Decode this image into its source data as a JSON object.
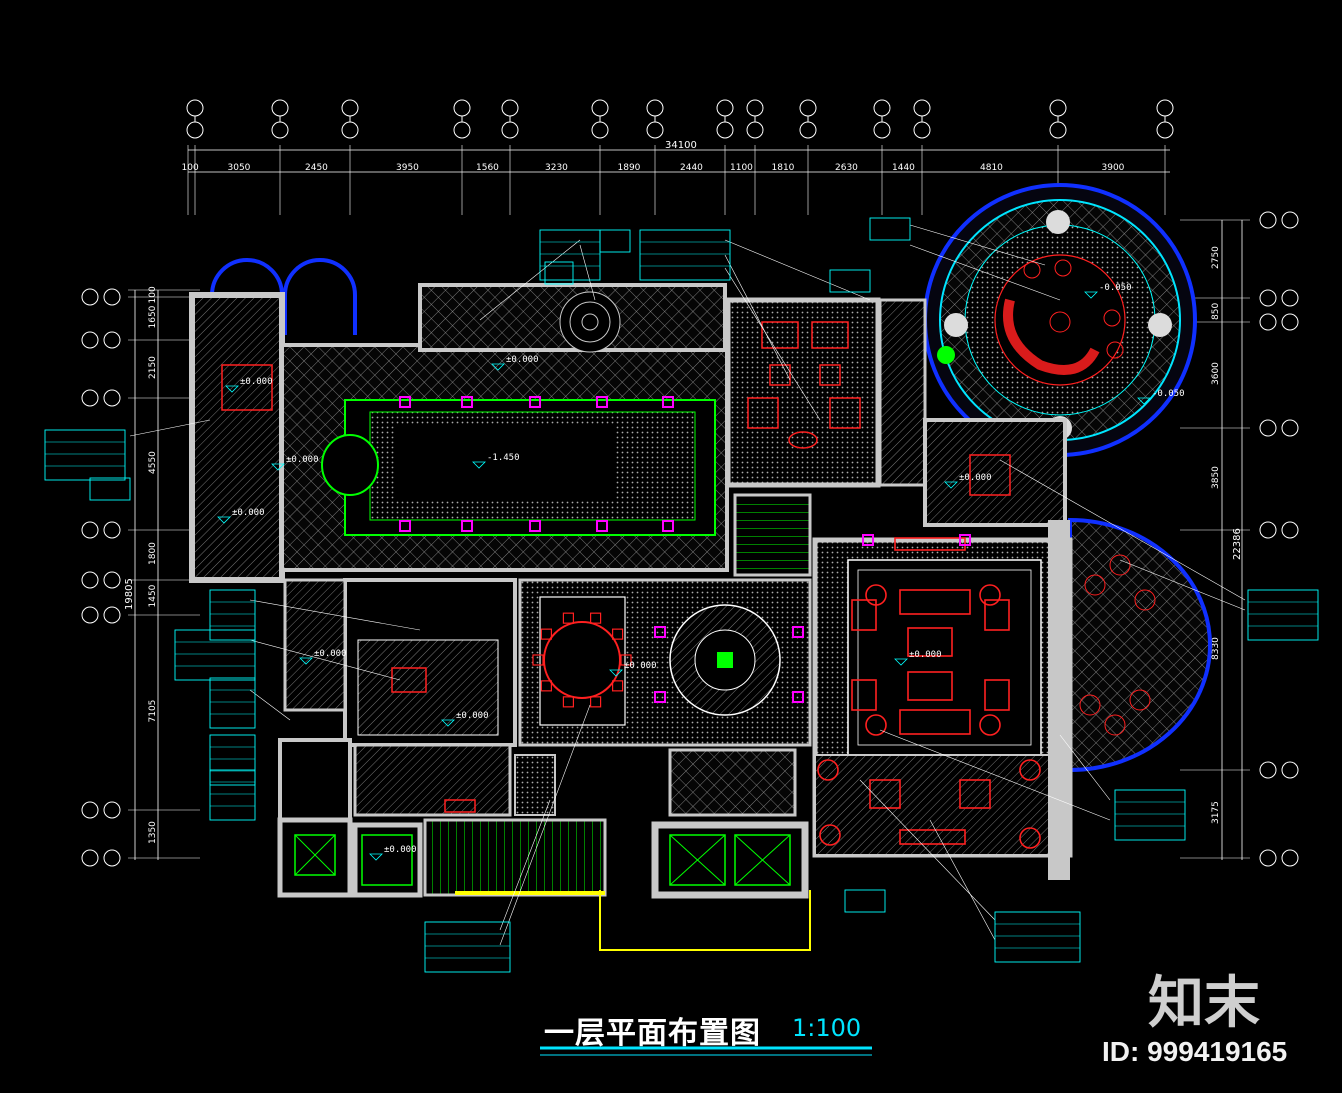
{
  "drawing": {
    "title": "一层平面布置图",
    "scale": "1:100"
  },
  "watermark": {
    "logo": "知末",
    "id": "ID: 999419165"
  },
  "dimensions": {
    "top_total": "34100",
    "top_segments": [
      "100",
      "3050",
      "2450",
      "3950",
      "1560",
      "3230",
      "1890",
      "2440",
      "1100",
      "1810",
      "2630",
      "1440",
      "4810",
      "3900"
    ],
    "left_total": "19805",
    "left_segments": [
      "100",
      "1650",
      "2150",
      "4550",
      "1800",
      "1450",
      "7105",
      "1350"
    ],
    "right_total": "22386",
    "right_segments": [
      "2750",
      "850",
      "3600",
      "3850",
      "8330",
      "3175"
    ]
  },
  "levels": [
    "±0.000",
    "-1.450",
    "±0.000",
    "±0.000",
    "-0.050",
    "-0.050",
    "±0.000",
    "±0.000",
    "±0.000",
    "±0.000",
    "±0.000",
    "±0.000",
    "±0.000"
  ],
  "colors": {
    "background": "#000000",
    "wall": "#c8c8c8",
    "hatch": "#bfbfbf",
    "furniture": "#ff2020",
    "annotation": "#00ffff",
    "wall_outline": "#1030ff",
    "accent": "#ff00ff",
    "green": "#00ff00",
    "yellow": "#ffff00"
  }
}
